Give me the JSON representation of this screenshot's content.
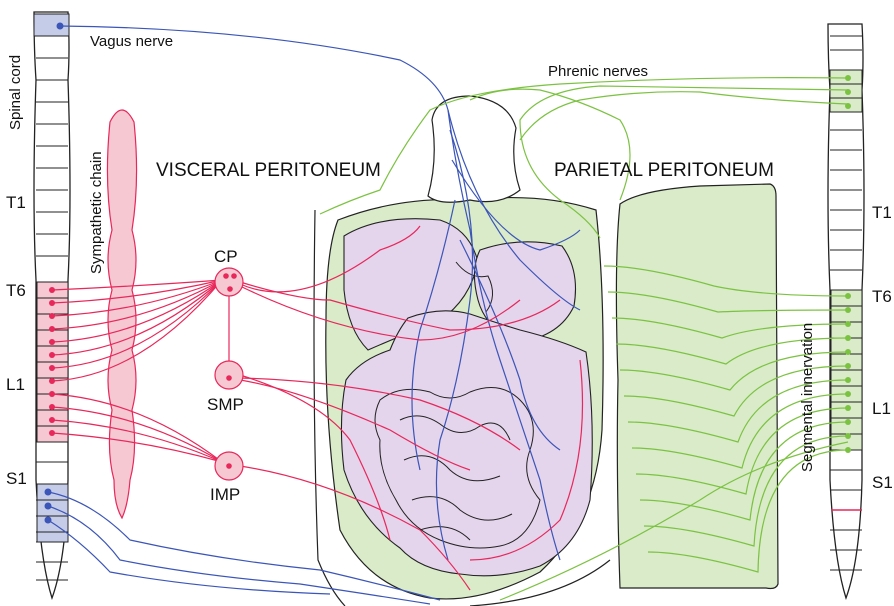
{
  "labels": {
    "spinal_cord": "Spinal cord",
    "vagus_nerve": "Vagus nerve",
    "phrenic_nerves": "Phrenic nerves",
    "sympathetic_chain": "Sympathetic chain",
    "visceral_peritoneum": "VISCERAL PERITONEUM",
    "parietal_peritoneum": "PARIETAL PERITONEUM",
    "segmental_innervation": "Segmental innervation"
  },
  "left_levels": {
    "t1": "T1",
    "t6": "T6",
    "l1": "L1",
    "s1": "S1"
  },
  "right_levels": {
    "t1": "T1",
    "t6": "T6",
    "l1": "L1",
    "s1": "S1"
  },
  "ganglia": {
    "cp": "CP",
    "smp": "SMP",
    "imp": "IMP"
  },
  "colors": {
    "sympathetic": "#e8275a",
    "sympathetic_fill": "#f6c8d2",
    "vagal": "#3b55b8",
    "vagal_fill": "#c5cce8",
    "somatic": "#7cc242",
    "somatic_fill": "#d9ebc8",
    "viscera_fill": "#e4d4ec"
  }
}
